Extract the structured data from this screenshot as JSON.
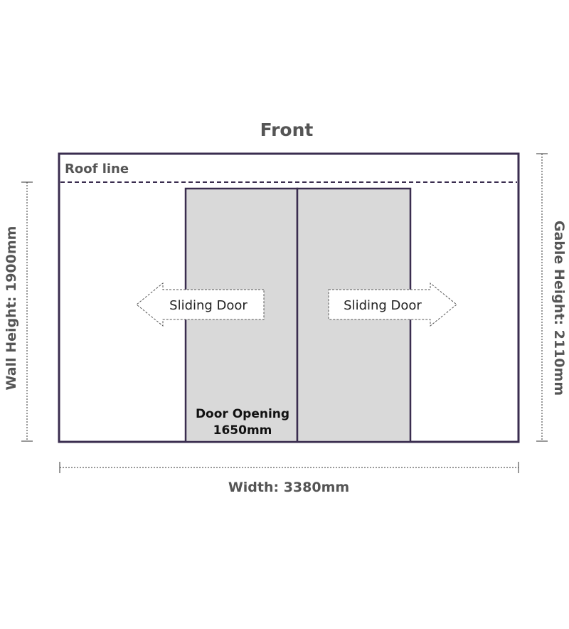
{
  "title": "Front",
  "roof_line_label": "Roof line",
  "door_opening": {
    "line1": "Door Opening",
    "line2": "1650mm"
  },
  "sliding_door_left": "Sliding Door",
  "sliding_door_right": "Sliding Door",
  "dimensions": {
    "wall_height": "Wall Height: 1900mm",
    "gable_height": "Gable Height: 2110mm",
    "width": "Width: 3380mm"
  },
  "colors": {
    "outline": "#3a2d4f",
    "door_fill": "#d9d9d9",
    "label_grey": "#555555"
  }
}
